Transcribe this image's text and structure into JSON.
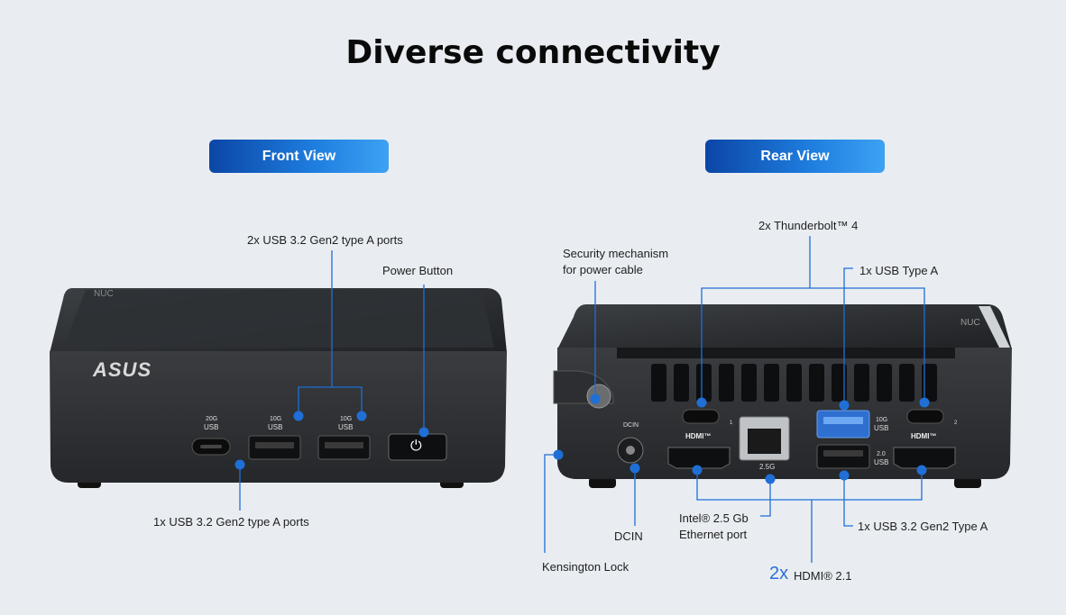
{
  "title": "Diverse connectivity",
  "front": {
    "tab_label": "Front View",
    "callouts": {
      "usb_a_top": "2x USB 3.2 Gen2 type A ports",
      "power": "Power Button",
      "usb_a_bottom": "1x USB 3.2 Gen2 type A ports"
    },
    "device": {
      "brand": "ASUS",
      "top_logo": "NUC",
      "port1_text1": "20G",
      "port1_text2": "USB",
      "port2_text1": "10G",
      "port2_text2": "USB",
      "port3_text1": "10G",
      "port3_text2": "USB",
      "power_symbol": "⏻"
    }
  },
  "rear": {
    "tab_label": "Rear View",
    "callouts": {
      "security_line1": "Security mechanism",
      "security_line2": "for power cable",
      "thunderbolt": "2x Thunderbolt™ 4",
      "usb_type_a": "1x  USB Type A",
      "dcin": "DCIN",
      "ethernet_line1": "Intel® 2.5 Gb",
      "ethernet_line2": "Ethernet port",
      "usb_gen2": "1x USB 3.2 Gen2 Type A",
      "kensington": "Kensington Lock",
      "hdmi_count": "2x",
      "hdmi_label": "HDMI® 2.1"
    },
    "device": {
      "top_logo": "NUC",
      "dcin_text": "DCIN",
      "hdmi_text": "HDMI™",
      "eth_text": "2.5G",
      "usb10_line1": "10G",
      "usb10_line2": "USB",
      "usb20_line1": "2.0",
      "usb20_line2": "USB",
      "tb1_num": "1",
      "tb2_num": "2"
    }
  },
  "colors": {
    "accent": "#1f6fd6",
    "device": "#2b2d30",
    "background": "#e9edf2"
  }
}
